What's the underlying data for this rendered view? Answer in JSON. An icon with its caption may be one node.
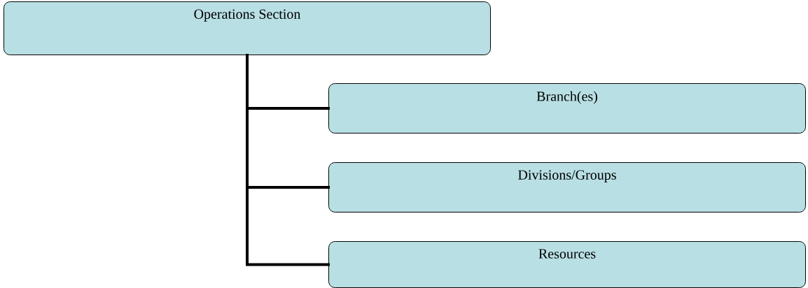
{
  "diagram": {
    "nodes": [
      {
        "text": [
          "Operations Section"
        ]
      },
      {
        "text": [
          "Branch(es)"
        ]
      },
      {
        "text": [
          "Divisions/Groups"
        ]
      },
      {
        "text": [
          "Resources"
        ]
      }
    ],
    "edges": [
      {
        "from": 0,
        "to": 1,
        "arrow": "none"
      },
      {
        "from": 0,
        "to": 2,
        "arrow": "none"
      },
      {
        "from": 0,
        "to": 3,
        "arrow": "none"
      }
    ]
  }
}
